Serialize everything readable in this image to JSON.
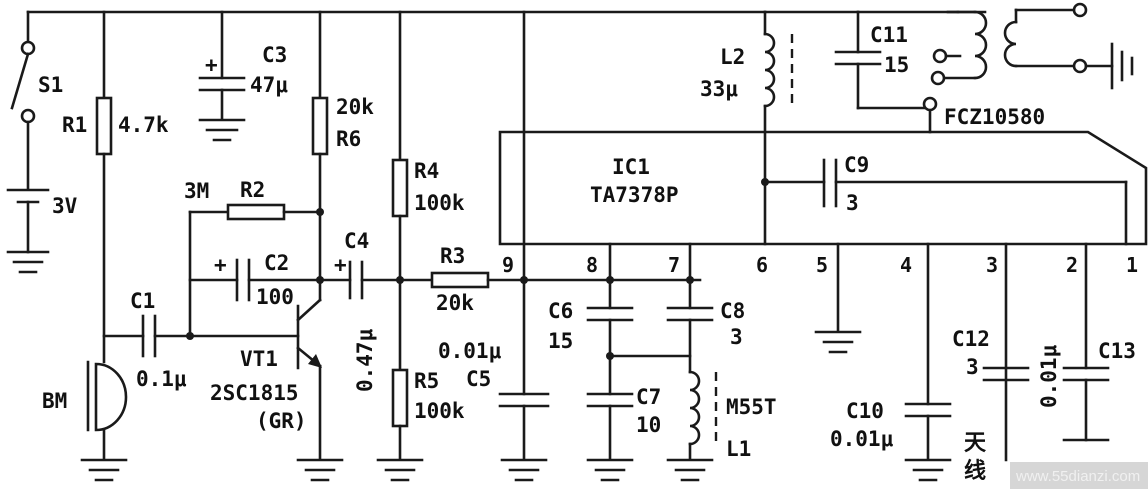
{
  "switch": {
    "ref": "S1"
  },
  "battery": {
    "voltage": "3V"
  },
  "r1": {
    "ref": "R1",
    "value": "4.7k"
  },
  "c3": {
    "ref": "C3",
    "value": "47μ"
  },
  "r6": {
    "value": "20k",
    "ref": "R6"
  },
  "r2": {
    "value": "3M",
    "ref": "R2"
  },
  "c2": {
    "ref": "C2",
    "value": "100"
  },
  "c1": {
    "ref": "C1",
    "value": "0.1μ"
  },
  "microphone": {
    "ref": "BM"
  },
  "vt1": {
    "ref": "VT1",
    "type": "2SC1815",
    "grade": "(GR)"
  },
  "c4": {
    "ref": "C4",
    "value": "0.47μ"
  },
  "r4": {
    "ref": "R4",
    "value": "100k"
  },
  "r5": {
    "ref": "R5",
    "value": "100k"
  },
  "r3": {
    "ref": "R3",
    "value": "20k"
  },
  "c5": {
    "value": "0.01μ",
    "ref": "C5"
  },
  "c6": {
    "ref": "C6",
    "value": "15"
  },
  "c7": {
    "ref": "C7",
    "value": "10"
  },
  "c8": {
    "ref": "C8",
    "value": "3"
  },
  "l1": {
    "type": "M55T",
    "ref": "L1"
  },
  "l2": {
    "ref": "L2",
    "value": "33μ"
  },
  "c11": {
    "ref": "C11",
    "value": "15"
  },
  "transformer": {
    "part": "FCZ10580"
  },
  "ic1": {
    "ref": "IC1",
    "part": "TA7378P",
    "pins": [
      "9",
      "8",
      "7",
      "6",
      "5",
      "4",
      "3",
      "2",
      "1"
    ]
  },
  "c9": {
    "ref": "C9",
    "value": "3"
  },
  "c10": {
    "ref": "C10",
    "value": "0.01μ"
  },
  "c12": {
    "ref": "C12",
    "value": "3"
  },
  "c13": {
    "value": "0.01μ",
    "ref": "C13"
  },
  "antenna": {
    "label_1": "天",
    "label_2": "线"
  },
  "watermark": {
    "text": "www.55dianzi.com"
  }
}
